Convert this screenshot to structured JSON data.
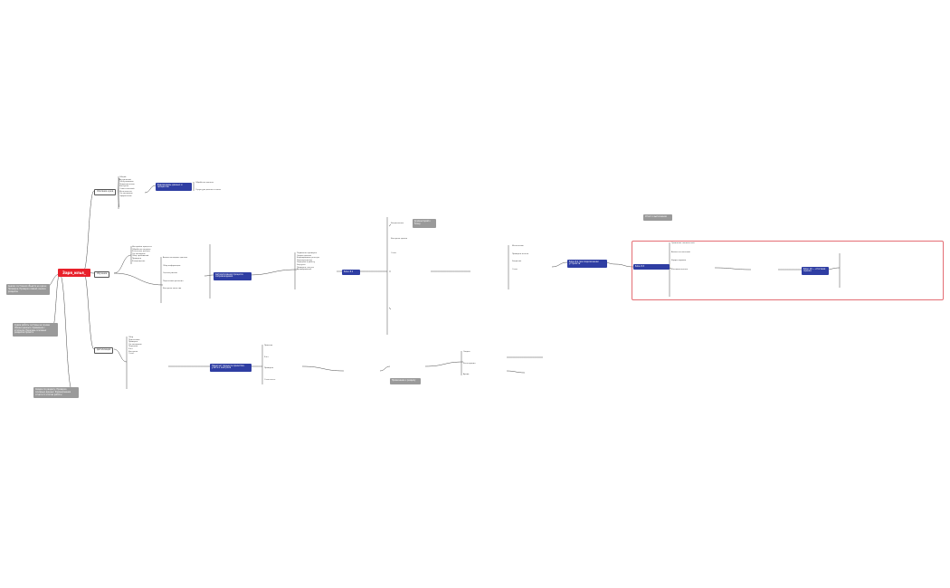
{
  "root": "Заря_илья_",
  "branches": {
    "top": "Описание нужд",
    "middle": "Обучение",
    "bottom": "Детализация"
  },
  "blue_nodes": {
    "b1": "Взаимосвязь данных и процессов",
    "b2": "Автоматизация процесса сопровождения",
    "b3": "Блок 8.1",
    "b4": "Блок 8.2 при подключении устройств",
    "b5": "Блок 8.3",
    "b6": "Блок 10 — итоговая оценка",
    "b7": "Пересчет процесса принятия, учета и контроля"
  },
  "gray_notes": {
    "g1": "Анализ состояния объекта на сдаче; Проверка; Проверка связей; Анализ разделов",
    "g2": "Схема работы системы на основе обмена данных; Сравнение с эталоном; Перечень основных разделов проекта",
    "g3": "Сводка по разделу; Проверка основных данных; Формирование отчета по итогам работы",
    "g4": "Отчет о выполнении",
    "g5": "Примечание к разделу",
    "g6": "Комментарий к блоку"
  },
  "labels": {
    "t1": [
      "Общий",
      "Актуальный",
      "Обслуживание",
      "Подразделения",
      "Контроль",
      "Ответственный",
      "Исполнитель",
      "Согласование",
      "Оформление"
    ],
    "t2": [
      "Обработка данных",
      "Структура данных и связь"
    ],
    "m1": [
      "Настройка процесса",
      "Обработка запроса",
      "Уточнение данных",
      "Согласование",
      "Сбор требований",
      "Проверка",
      "Утверждение"
    ],
    "m2": [
      "Анализ исходных данных",
      "Сбор информации",
      "Оценка рисков",
      "Подготовка решения",
      "Контроль качества"
    ],
    "c1": [
      "Первичная проверка",
      "Сверка данных",
      "Формирование реестра",
      "Подтверждение",
      "Передача в работу",
      "Загрузка",
      "Проверка статуса",
      "Архивирование"
    ],
    "c2": [
      "Уведомление",
      "Контроль сроков",
      "Отчет"
    ],
    "r1": [
      "Исполнение",
      "Проверка итогов",
      "Закрытие",
      "Отчет"
    ],
    "rb": [
      "Сравнение показателей",
      "Анализ отклонений",
      "Корректировка",
      "Итоговая оценка"
    ],
    "d1": [
      "Сбор",
      "Подготовка",
      "Проверка",
      "Согласование",
      "Передача",
      "Учет",
      "Контроль",
      "Отчет"
    ],
    "d2": [
      "Приемка",
      "Учет",
      "Проверка",
      "Отчетность"
    ],
    "d3": [
      "Сверка",
      "Регистрация",
      "Архив"
    ]
  },
  "colors": {
    "root": "#e8202a",
    "blue": "#2f3ea3",
    "gray": "#9a9a9a",
    "line": "#4a4a4a",
    "redbox": "#e46d74"
  }
}
